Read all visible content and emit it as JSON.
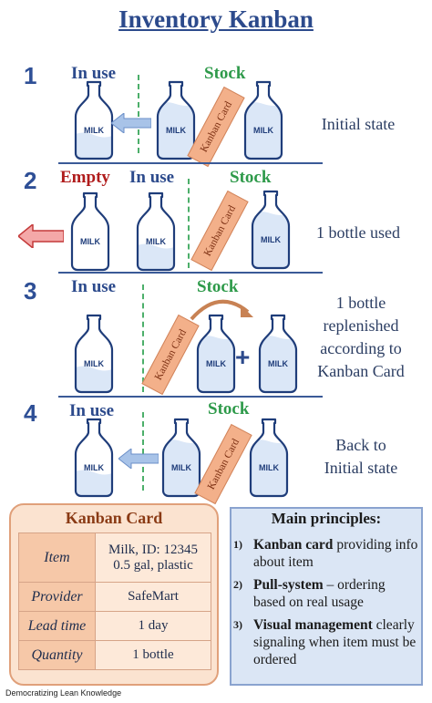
{
  "title": "Inventory Kanban",
  "bottle_label": "MILK",
  "kanban_card_label": "Kanban Card",
  "steps": [
    {
      "num": "1",
      "in_use": "In use",
      "stock": "Stock",
      "note": "Initial state"
    },
    {
      "num": "2",
      "empty": "Empty",
      "in_use": "In use",
      "stock": "Stock",
      "note": "1 bottle used"
    },
    {
      "num": "3",
      "in_use": "In use",
      "stock": "Stock",
      "note_lines": [
        "1 bottle",
        "replenished",
        "according to",
        "Kanban Card"
      ]
    },
    {
      "num": "4",
      "in_use": "In use",
      "stock": "Stock",
      "note_lines": [
        "Back to",
        "Initial state"
      ]
    }
  ],
  "plus_sign": "+",
  "kanban_card": {
    "title": "Kanban Card",
    "rows": [
      {
        "key": "Item",
        "value_lines": [
          "Milk, ID: 12345",
          "0.5 gal, plastic"
        ]
      },
      {
        "key": "Provider",
        "value": "SafeMart"
      },
      {
        "key": "Lead time",
        "value": "1 day"
      },
      {
        "key": "Quantity",
        "value": "1 bottle"
      }
    ]
  },
  "principles": {
    "title": "Main principles:",
    "items": [
      {
        "num": "1)",
        "bold": "Kanban card",
        "rest": " providing info about item"
      },
      {
        "num": "2)",
        "bold": "Pull-system",
        "rest": " – ordering based on real usage"
      },
      {
        "num": "3)",
        "bold": "Visual management",
        "rest": " clearly signaling when item must be ordered"
      }
    ]
  },
  "footer": "Democratizing Lean Knowledge",
  "colors": {
    "blue": "#2c4a8c",
    "green": "#2e9a4a",
    "red": "#b01c1c",
    "card": "#f3b08a",
    "milk": "#dbe7f7"
  }
}
